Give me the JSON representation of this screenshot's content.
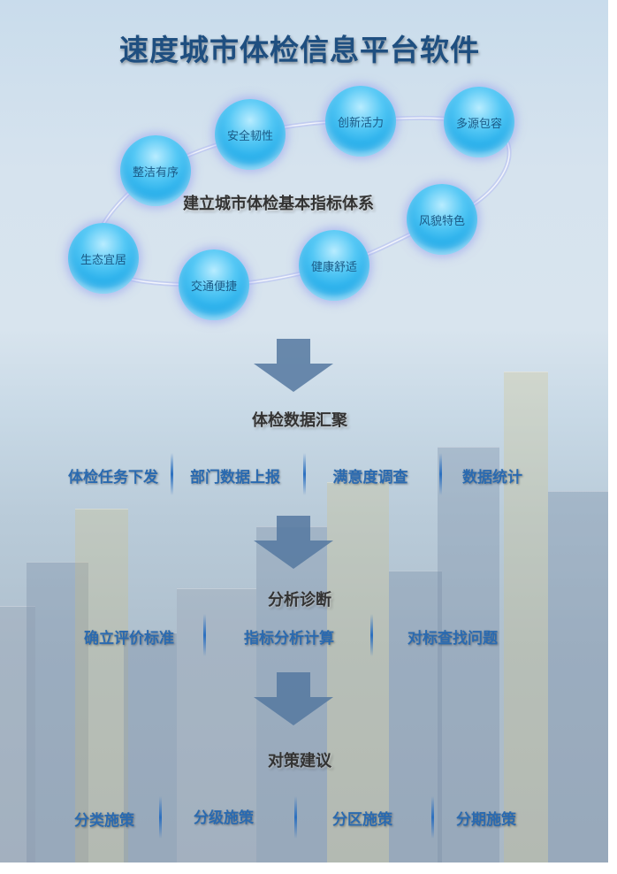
{
  "title": "速度城市体检信息平台软件",
  "indicator_system": {
    "center_label": "建立城市体检基本指标体系",
    "bubbles": [
      "整洁有序",
      "安全韧性",
      "创新活力",
      "多源包容",
      "风貌特色",
      "健康舒适",
      "交通便捷",
      "生态宜居"
    ]
  },
  "stages": [
    {
      "title": "体检数据汇聚",
      "items": [
        "体检任务下发",
        "部门数据上报",
        "满意度调查",
        "数据统计"
      ]
    },
    {
      "title": "分析诊断",
      "items": [
        "确立评价标准",
        "指标分析计算",
        "对标查找问题"
      ]
    },
    {
      "title": "对策建议",
      "items": [
        "分类施策",
        "分级施策",
        "分区施策",
        "分期施策"
      ]
    }
  ],
  "colors": {
    "title": "#1f4f80",
    "item": "#2a6ab0",
    "bubble": "#1aa8e8",
    "arrow": "#5578a0"
  }
}
